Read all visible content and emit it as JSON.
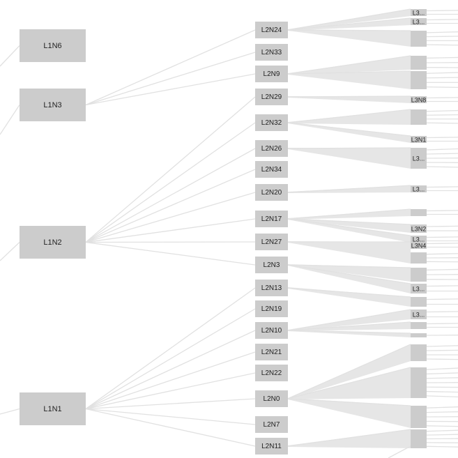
{
  "diagram": {
    "level1": [
      {
        "id": "L1N6",
        "label": "L1N6"
      },
      {
        "id": "L1N3",
        "label": "L1N3"
      },
      {
        "id": "L1N2",
        "label": "L1N2"
      },
      {
        "id": "L1N1",
        "label": "L1N1"
      }
    ],
    "level2": [
      {
        "id": "L2N24",
        "label": "L2N24",
        "parent": "L1N3"
      },
      {
        "id": "L2N33",
        "label": "L2N33",
        "parent": "L1N3"
      },
      {
        "id": "L2N9",
        "label": "L2N9",
        "parent": "L1N3"
      },
      {
        "id": "L2N29",
        "label": "L2N29",
        "parent": "L1N2"
      },
      {
        "id": "L2N32",
        "label": "L2N32",
        "parent": "L1N2"
      },
      {
        "id": "L2N26",
        "label": "L2N26",
        "parent": "L1N2"
      },
      {
        "id": "L2N34",
        "label": "L2N34",
        "parent": "L1N2"
      },
      {
        "id": "L2N20",
        "label": "L2N20",
        "parent": "L1N2"
      },
      {
        "id": "L2N17",
        "label": "L2N17",
        "parent": "L1N2"
      },
      {
        "id": "L2N27",
        "label": "L2N27",
        "parent": "L1N2"
      },
      {
        "id": "L2N3",
        "label": "L2N3",
        "parent": "L1N2"
      },
      {
        "id": "L2N13",
        "label": "L2N13",
        "parent": "L1N1"
      },
      {
        "id": "L2N19",
        "label": "L2N19",
        "parent": "L1N1"
      },
      {
        "id": "L2N10",
        "label": "L2N10",
        "parent": "L1N1"
      },
      {
        "id": "L2N21",
        "label": "L2N21",
        "parent": "L1N1"
      },
      {
        "id": "L2N22",
        "label": "L2N22",
        "parent": "L1N1"
      },
      {
        "id": "L2N0",
        "label": "L2N0",
        "parent": "L1N1"
      },
      {
        "id": "L2N7",
        "label": "L2N7",
        "parent": "L1N1"
      },
      {
        "id": "L2N11",
        "label": "L2N11",
        "parent": "L1N1"
      }
    ],
    "level3_labels": [
      "L3...",
      "L3...",
      "L3N8",
      "L3N1",
      "L3...",
      "L3...",
      "L3N2",
      "L3...",
      "L3N4",
      "L3...",
      "L3..."
    ]
  }
}
